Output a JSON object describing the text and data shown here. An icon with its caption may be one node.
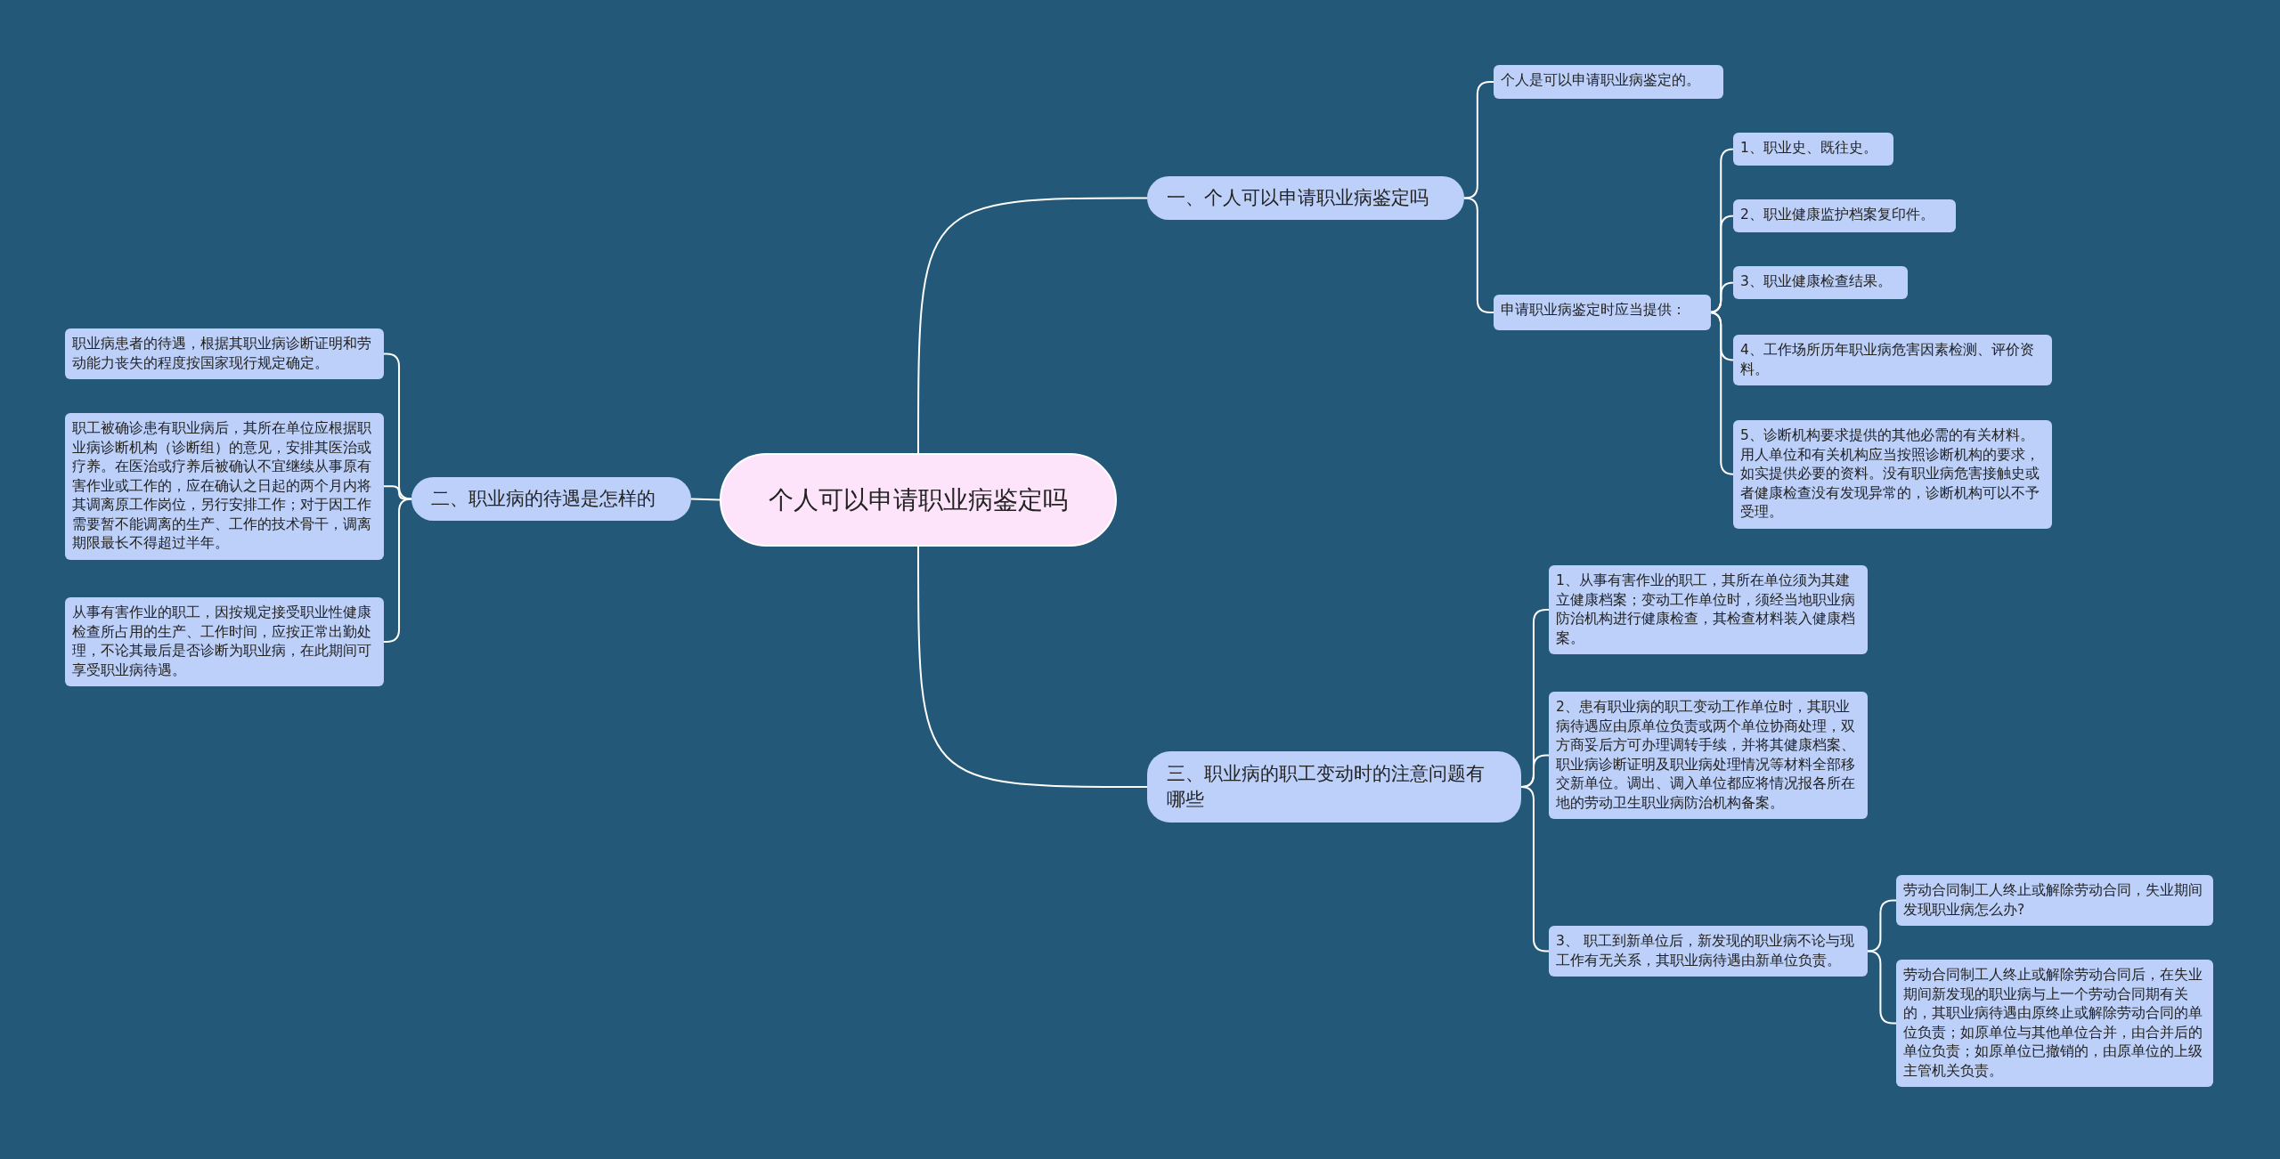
{
  "diagram": {
    "nodes": [
      {
        "text": [
          "个人可以申请职业病鉴定吗"
        ]
      },
      {
        "text": [
          "一、个人可以申请职业病鉴定吗"
        ]
      },
      {
        "text": [
          "个人是可以申请职业病鉴定的。"
        ]
      },
      {
        "text": [
          "申请职业病鉴定时应当提供："
        ]
      },
      {
        "text": [
          "1、职业史、既往史。"
        ]
      },
      {
        "text": [
          "2、职业健康监护档案复印件。"
        ]
      },
      {
        "text": [
          "3、职业健康检查结果。"
        ]
      },
      {
        "text": [
          "4、工作场所历年职业病危害因素检测、评价资料。"
        ]
      },
      {
        "text": [
          "5、诊断机构要求提供的其他必需的有关材料。用人单位和有关机构应当按照诊断机构的要求，如实提供必要的资料。没有职业病危害接触史或者健康检查没有发现异常的，诊断机构可以不予受理。"
        ]
      },
      {
        "text": [
          "二、职业病的待遇是怎样的"
        ]
      },
      {
        "text": [
          "职业病患者的待遇，根据其职业病诊断证明和劳动能力丧失的程度按国家现行规定确定。"
        ]
      },
      {
        "text": [
          "职工被确诊患有职业病后，其所在单位应根据职业病诊断机构（诊断组）的意见，安排其医治或疗养。在医治或疗养后被确认不宜继续从事原有害作业或工作的，应在确认之日起的两个月内将其调离原工作岗位，另行安排工作；对于因工作需要暂不能调离的生产、工作的技术骨干，调离期限最长不得超过半年。"
        ]
      },
      {
        "text": [
          "从事有害作业的职工，因按规定接受职业性健康检查所占用的生产、工作时间，应按正常出勤处理，不论其最后是否诊断为职业病，在此期间可享受职业病待遇。"
        ]
      },
      {
        "text": [
          "三、职业病的职工变动时的注意问题有哪些"
        ]
      },
      {
        "text": [
          "1、从事有害作业的职工，其所在单位须为其建立健康档案；变动工作单位时，须经当地职业病防治机构进行健康检查，其检查材料装入健康档案。"
        ]
      },
      {
        "text": [
          "2、患有职业病的职工变动工作单位时，其职业病待遇应由原单位负责或两个单位协商处理，双方商妥后方可办理调转手续，并将其健康档案、职业病诊断证明及职业病处理情况等材料全部移交新单位。调出、调入单位都应将情况报各所在地的劳动卫生职业病防治机构备案。"
        ]
      },
      {
        "text": [
          "3、 职工到新单位后，新发现的职业病不论与现工作有无关系，其职业病待遇由新单位负责。"
        ]
      },
      {
        "text": [
          "劳动合同制工人终止或解除劳动合同，失业期间发现职业病怎么办?"
        ]
      },
      {
        "text": [
          "劳动合同制工人终止或解除劳动合同后，在失业期间新发现的职业病与上一个劳动合同期有关的，其职业病待遇由原终止或解除劳动合同的单位负责；如原单位与其他单位合并，由合并后的单位负责；如原单位已撤销的，由原单位的上级主管机关负责。"
        ]
      }
    ],
    "edges": [
      {
        "from": 0,
        "to": 1,
        "arrow": "none"
      },
      {
        "from": 1,
        "to": 2,
        "arrow": "none"
      },
      {
        "from": 1,
        "to": 3,
        "arrow": "none"
      },
      {
        "from": 3,
        "to": 4,
        "arrow": "none"
      },
      {
        "from": 3,
        "to": 5,
        "arrow": "none"
      },
      {
        "from": 3,
        "to": 6,
        "arrow": "none"
      },
      {
        "from": 3,
        "to": 7,
        "arrow": "none"
      },
      {
        "from": 3,
        "to": 8,
        "arrow": "none"
      },
      {
        "from": 0,
        "to": 9,
        "arrow": "none"
      },
      {
        "from": 9,
        "to": 10,
        "arrow": "none"
      },
      {
        "from": 9,
        "to": 11,
        "arrow": "none"
      },
      {
        "from": 9,
        "to": 12,
        "arrow": "none"
      },
      {
        "from": 0,
        "to": 13,
        "arrow": "none"
      },
      {
        "from": 13,
        "to": 14,
        "arrow": "none"
      },
      {
        "from": 13,
        "to": 15,
        "arrow": "none"
      },
      {
        "from": 13,
        "to": 16,
        "arrow": "none"
      },
      {
        "from": 16,
        "to": 17,
        "arrow": "none"
      },
      {
        "from": 16,
        "to": 18,
        "arrow": "none"
      }
    ]
  }
}
